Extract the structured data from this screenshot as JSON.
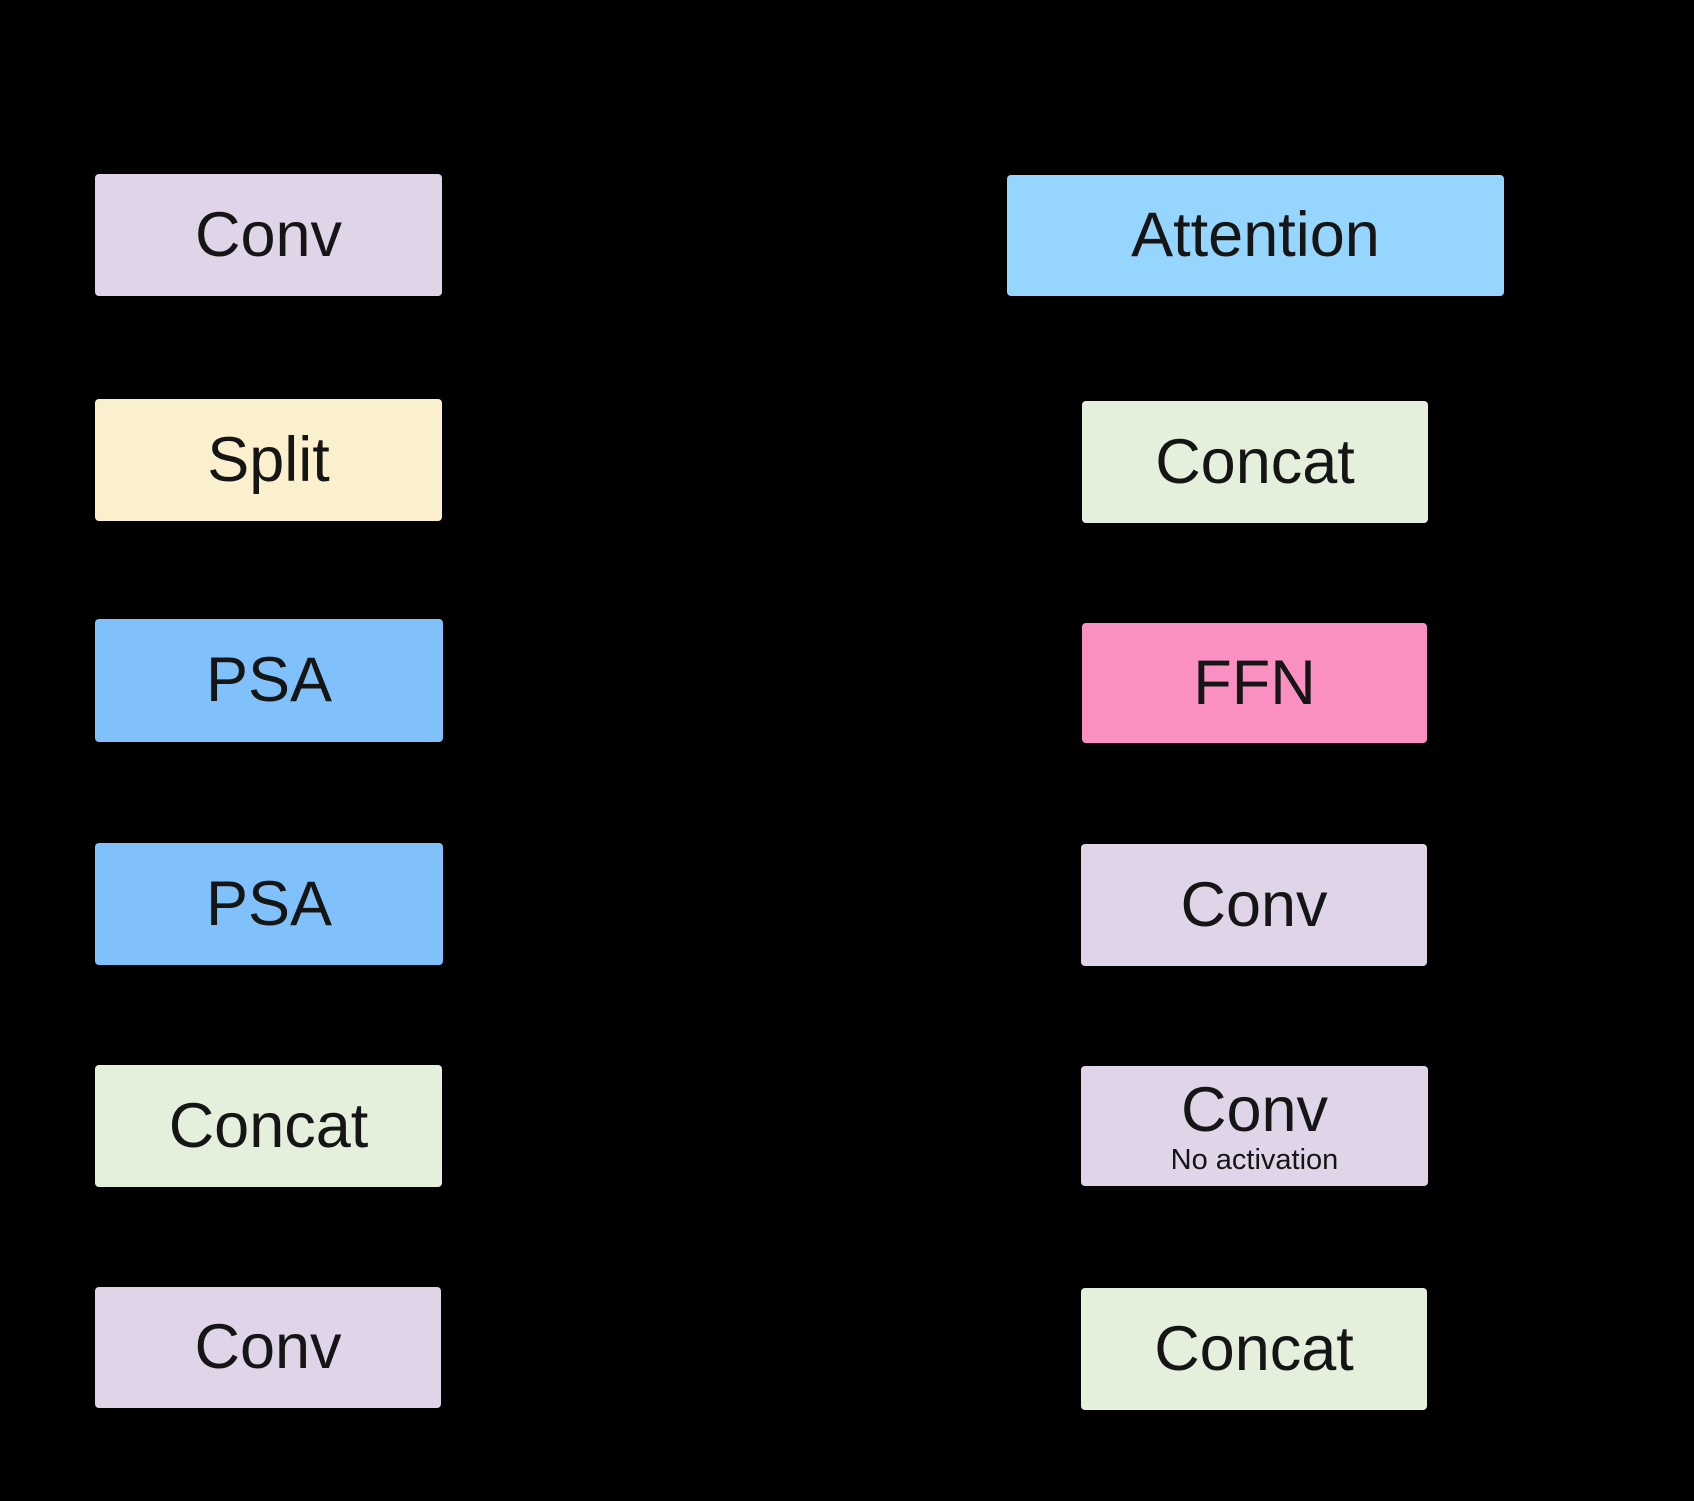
{
  "figure": {
    "background": "#000000",
    "text_color": "#151515"
  },
  "colors": {
    "conv": "#E0D4E9",
    "split": "#FBF0CE",
    "psa": "#80C1FB",
    "attention": "#96D5FD",
    "concat": "#E4EFDC",
    "ffn": "#FA90C1"
  },
  "left_column": {
    "items": [
      {
        "label": "Conv",
        "color": "conv"
      },
      {
        "label": "Split",
        "color": "split"
      },
      {
        "label": "PSA",
        "color": "psa"
      },
      {
        "label": "PSA",
        "color": "psa"
      },
      {
        "label": "Concat",
        "color": "concat"
      },
      {
        "label": "Conv",
        "color": "conv"
      }
    ]
  },
  "right_column": {
    "items": [
      {
        "label": "Attention",
        "color": "attention"
      },
      {
        "label": "Concat",
        "color": "concat"
      },
      {
        "label": "FFN",
        "color": "ffn"
      },
      {
        "label": "Conv",
        "color": "conv"
      },
      {
        "label": "Conv",
        "sublabel": "No activation",
        "color": "conv"
      },
      {
        "label": "Concat",
        "color": "concat"
      }
    ]
  }
}
